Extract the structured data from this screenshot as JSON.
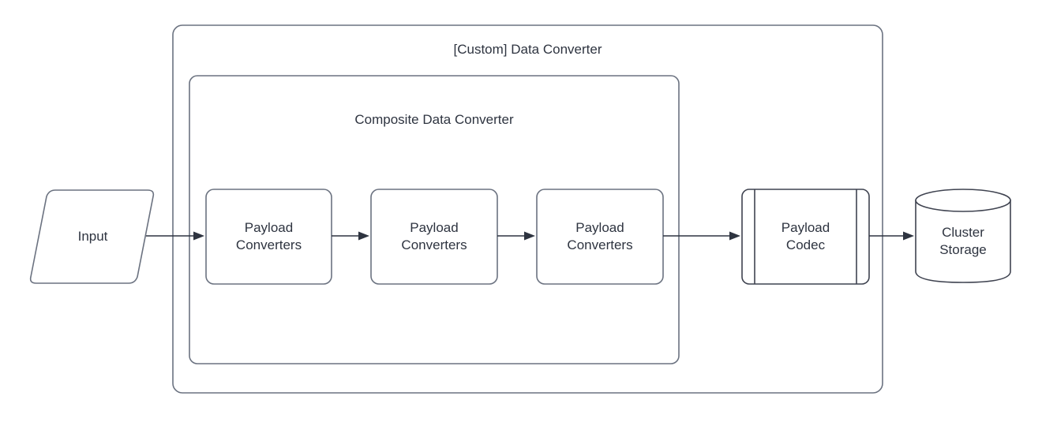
{
  "diagram": {
    "type": "flow-diagram",
    "background": "#ffffff",
    "stroke_color": "#6b7280",
    "text_color": "#2e3440",
    "arrow_color": "#2e3440",
    "outer_container": {
      "label": "[Custom] Data Converter",
      "shape": "rounded-rectangle"
    },
    "inner_container": {
      "label": "Composite Data Converter",
      "shape": "rounded-rectangle"
    },
    "nodes": [
      {
        "id": "input",
        "label": "Input",
        "shape": "parallelogram"
      },
      {
        "id": "payload-converters-1",
        "label": "Payload\nConverters",
        "shape": "rounded-rectangle"
      },
      {
        "id": "payload-converters-2",
        "label": "Payload\nConverters",
        "shape": "rounded-rectangle"
      },
      {
        "id": "payload-converters-3",
        "label": "Payload\nConverters",
        "shape": "rounded-rectangle"
      },
      {
        "id": "payload-codec",
        "label": "Payload\nCodec",
        "shape": "process"
      },
      {
        "id": "cluster-storage",
        "label": "Cluster\nStorage",
        "shape": "cylinder"
      }
    ],
    "edges": [
      {
        "from": "input",
        "to": "payload-converters-1",
        "style": "arrow"
      },
      {
        "from": "payload-converters-1",
        "to": "payload-converters-2",
        "style": "arrow"
      },
      {
        "from": "payload-converters-2",
        "to": "payload-converters-3",
        "style": "arrow"
      },
      {
        "from": "payload-converters-3",
        "to": "payload-codec",
        "style": "arrow"
      },
      {
        "from": "payload-codec",
        "to": "cluster-storage",
        "style": "arrow"
      }
    ]
  }
}
